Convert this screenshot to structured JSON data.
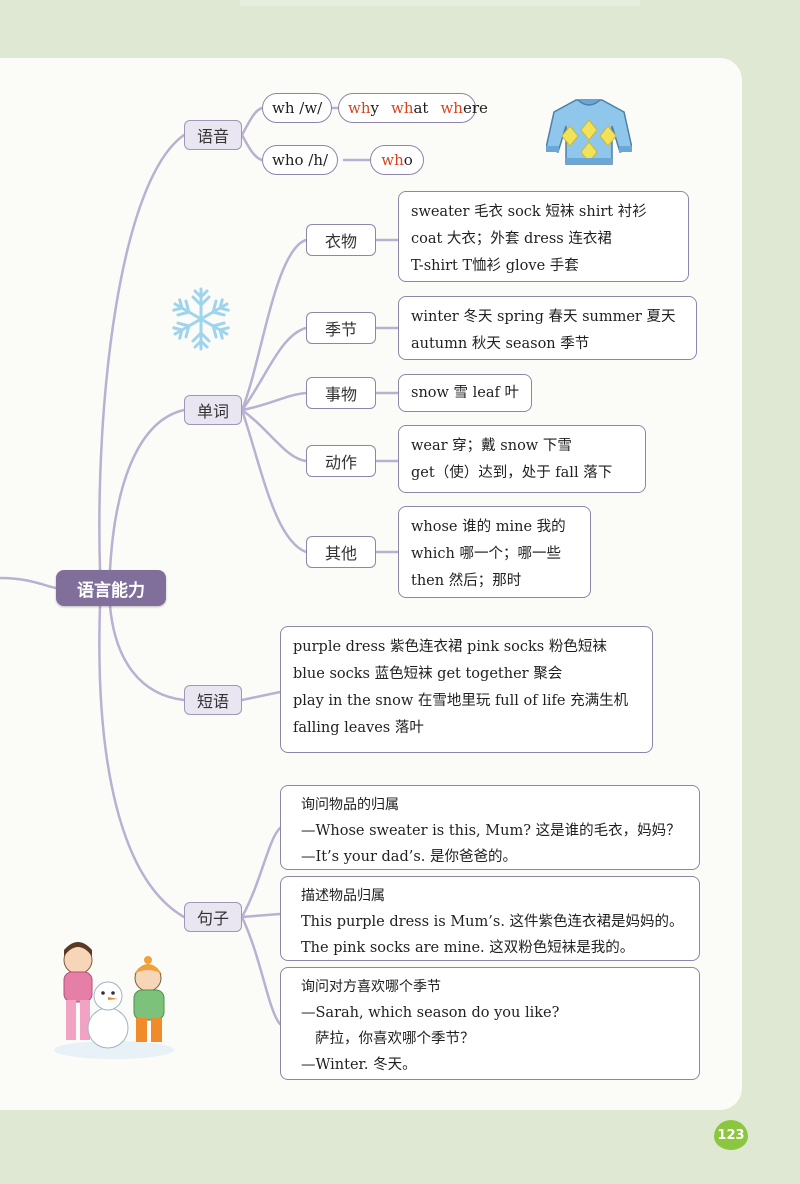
{
  "root": {
    "label": "语言能力"
  },
  "categories": {
    "phonics": "语音",
    "words": "单词",
    "phrases": "短语",
    "sentences": "句子"
  },
  "phonics": {
    "rule1": {
      "pattern": "wh /w/",
      "words": [
        {
          "red": "wh",
          "rest": "y"
        },
        {
          "red": "wh",
          "rest": "at"
        },
        {
          "red": "wh",
          "rest": "ere"
        }
      ]
    },
    "rule2": {
      "pattern": "who /h/",
      "words": [
        {
          "red": "wh",
          "rest": "o"
        }
      ]
    }
  },
  "words": {
    "clothes": {
      "label": "衣物",
      "lines": [
        "sweater 毛衣 sock 短袜 shirt 衬衫",
        "coat 大衣；外套 dress 连衣裙",
        "T-shirt T恤衫 glove 手套"
      ]
    },
    "seasons": {
      "label": "季节",
      "lines": [
        "winter 冬天 spring 春天 summer 夏天",
        "autumn 秋天 season 季节"
      ]
    },
    "things": {
      "label": "事物",
      "lines": [
        "snow 雪 leaf 叶"
      ]
    },
    "actions": {
      "label": "动作",
      "lines": [
        "wear 穿；戴 snow 下雪",
        "get（使）达到，处于 fall 落下"
      ]
    },
    "others": {
      "label": "其他",
      "lines": [
        "whose 谁的 mine 我的",
        "which 哪一个；哪一些",
        "then 然后；那时"
      ]
    }
  },
  "phrases": {
    "lines": [
      "purple dress 紫色连衣裙 pink socks 粉色短袜",
      "blue socks 蓝色短袜 get together 聚会",
      "play in the snow 在雪地里玩 full of life 充满生机",
      "falling leaves 落叶"
    ]
  },
  "sentences": [
    {
      "head": "询问物品的归属",
      "lines": [
        "—Whose sweater is this, Mum? 这是谁的毛衣，妈妈？",
        "—It’s your dad’s. 是你爸爸的。"
      ]
    },
    {
      "head": "描述物品归属",
      "lines": [
        "This purple dress is Mum’s. 这件紫色连衣裙是妈妈的。",
        "The pink socks are mine. 这双粉色短袜是我的。"
      ]
    },
    {
      "head": "询问对方喜欢哪个季节",
      "lines": [
        "—Sarah, which season do you like?",
        "萨拉，你喜欢哪个季节？",
        "—Winter. 冬天。"
      ]
    }
  ],
  "page_number": "123",
  "colors": {
    "branch": "#b9b0d2",
    "root_bg": "#7f6f9a",
    "phonics_red": "#d8431c",
    "page_number_bg": "#8cc63f"
  }
}
